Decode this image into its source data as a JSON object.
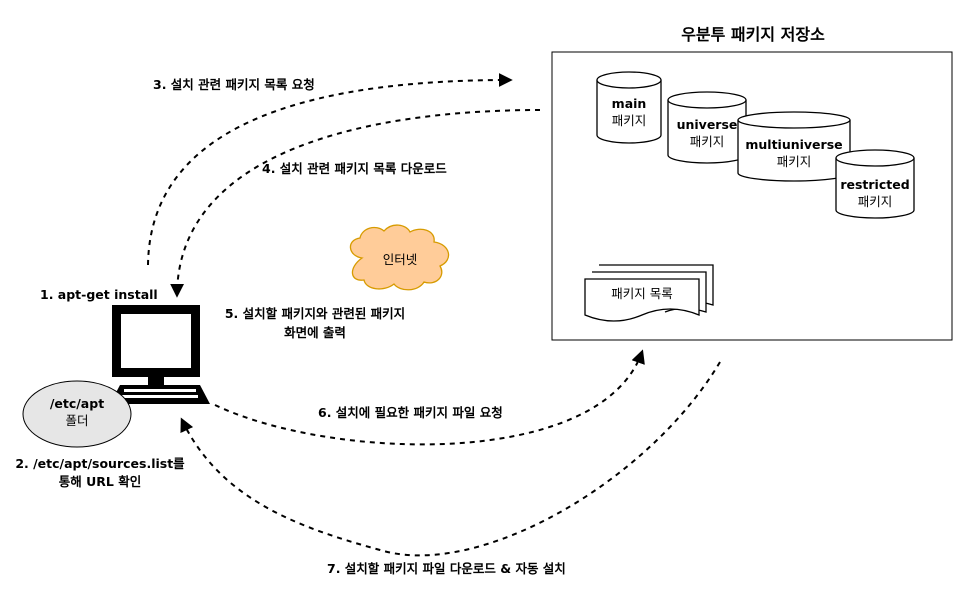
{
  "repository": {
    "title": "우분투 패키지 저장소",
    "packages": {
      "main": [
        "main",
        "패키지"
      ],
      "universe": [
        "universe",
        "패키지"
      ],
      "multiuniverse": [
        "multiuniverse",
        "패키지"
      ],
      "restricted": [
        "restricted",
        "패키지"
      ]
    },
    "package_list": "패키지 목록"
  },
  "internet": "인터넷",
  "client": {
    "folder": [
      "/etc/apt",
      "폴더"
    ]
  },
  "steps": {
    "s1": "1. apt-get install",
    "s2": [
      "2. /etc/apt/sources.list를",
      "통해 URL 확인"
    ],
    "s3": "3. 설치 관련 패키지 목록 요청",
    "s4": "4. 설치 관련 패키지 목록 다운로드",
    "s5": [
      "5. 설치할 패키지와 관련된 패키지",
      "화면에 출력"
    ],
    "s6": "6. 설치에 필요한 패키지 파일 요청",
    "s7": "7. 설치할 패키지 파일 다운로드 & 자동 설치"
  },
  "colors": {
    "cloud_fill": "#ffcc99",
    "cloud_stroke": "#d79b00",
    "folder_fill": "#e6e6e6"
  }
}
